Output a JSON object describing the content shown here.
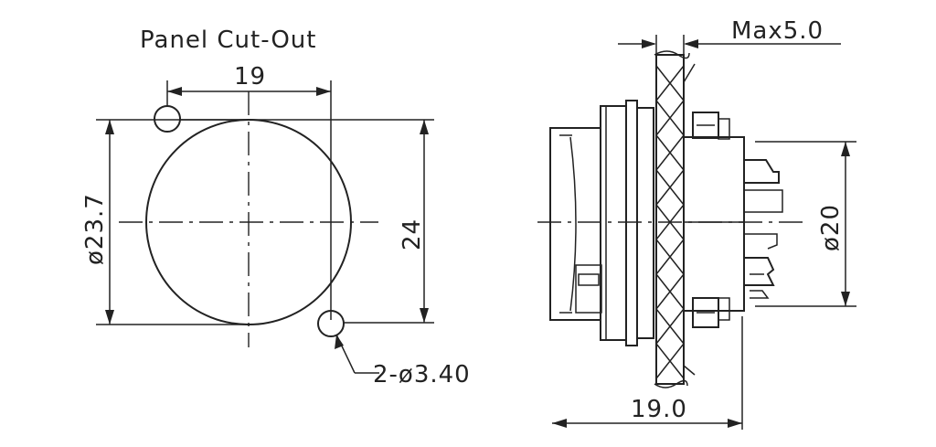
{
  "left_view": {
    "title": "Panel Cut-Out",
    "dim_width": "19",
    "dim_diameter": "ø23.7",
    "dim_height": "24",
    "dim_holes": "2-ø3.40"
  },
  "right_view": {
    "dim_max_panel": "Max5.0",
    "dim_diameter": "ø20",
    "dim_depth": "19.0"
  }
}
